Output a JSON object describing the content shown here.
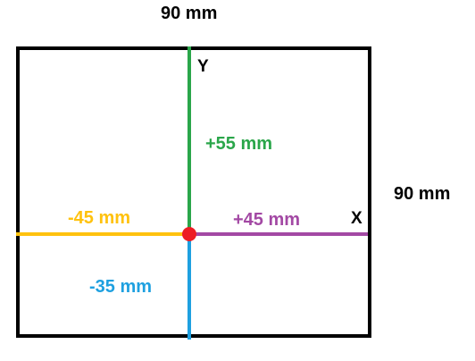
{
  "dimensions": {
    "width_label": "90 mm",
    "height_label": "90 mm"
  },
  "axes": {
    "x_name": "X",
    "y_name": "Y"
  },
  "segments": {
    "up": {
      "label": "+55 mm",
      "color": "#2aa64a"
    },
    "left": {
      "label": "-45 mm",
      "color": "#ffc20e"
    },
    "right": {
      "label": "+45 mm",
      "color": "#a349a4"
    },
    "down": {
      "label": "-35 mm",
      "color": "#1ea0e0"
    }
  },
  "colors": {
    "frame": "#000000",
    "origin": "#ed1c24"
  }
}
